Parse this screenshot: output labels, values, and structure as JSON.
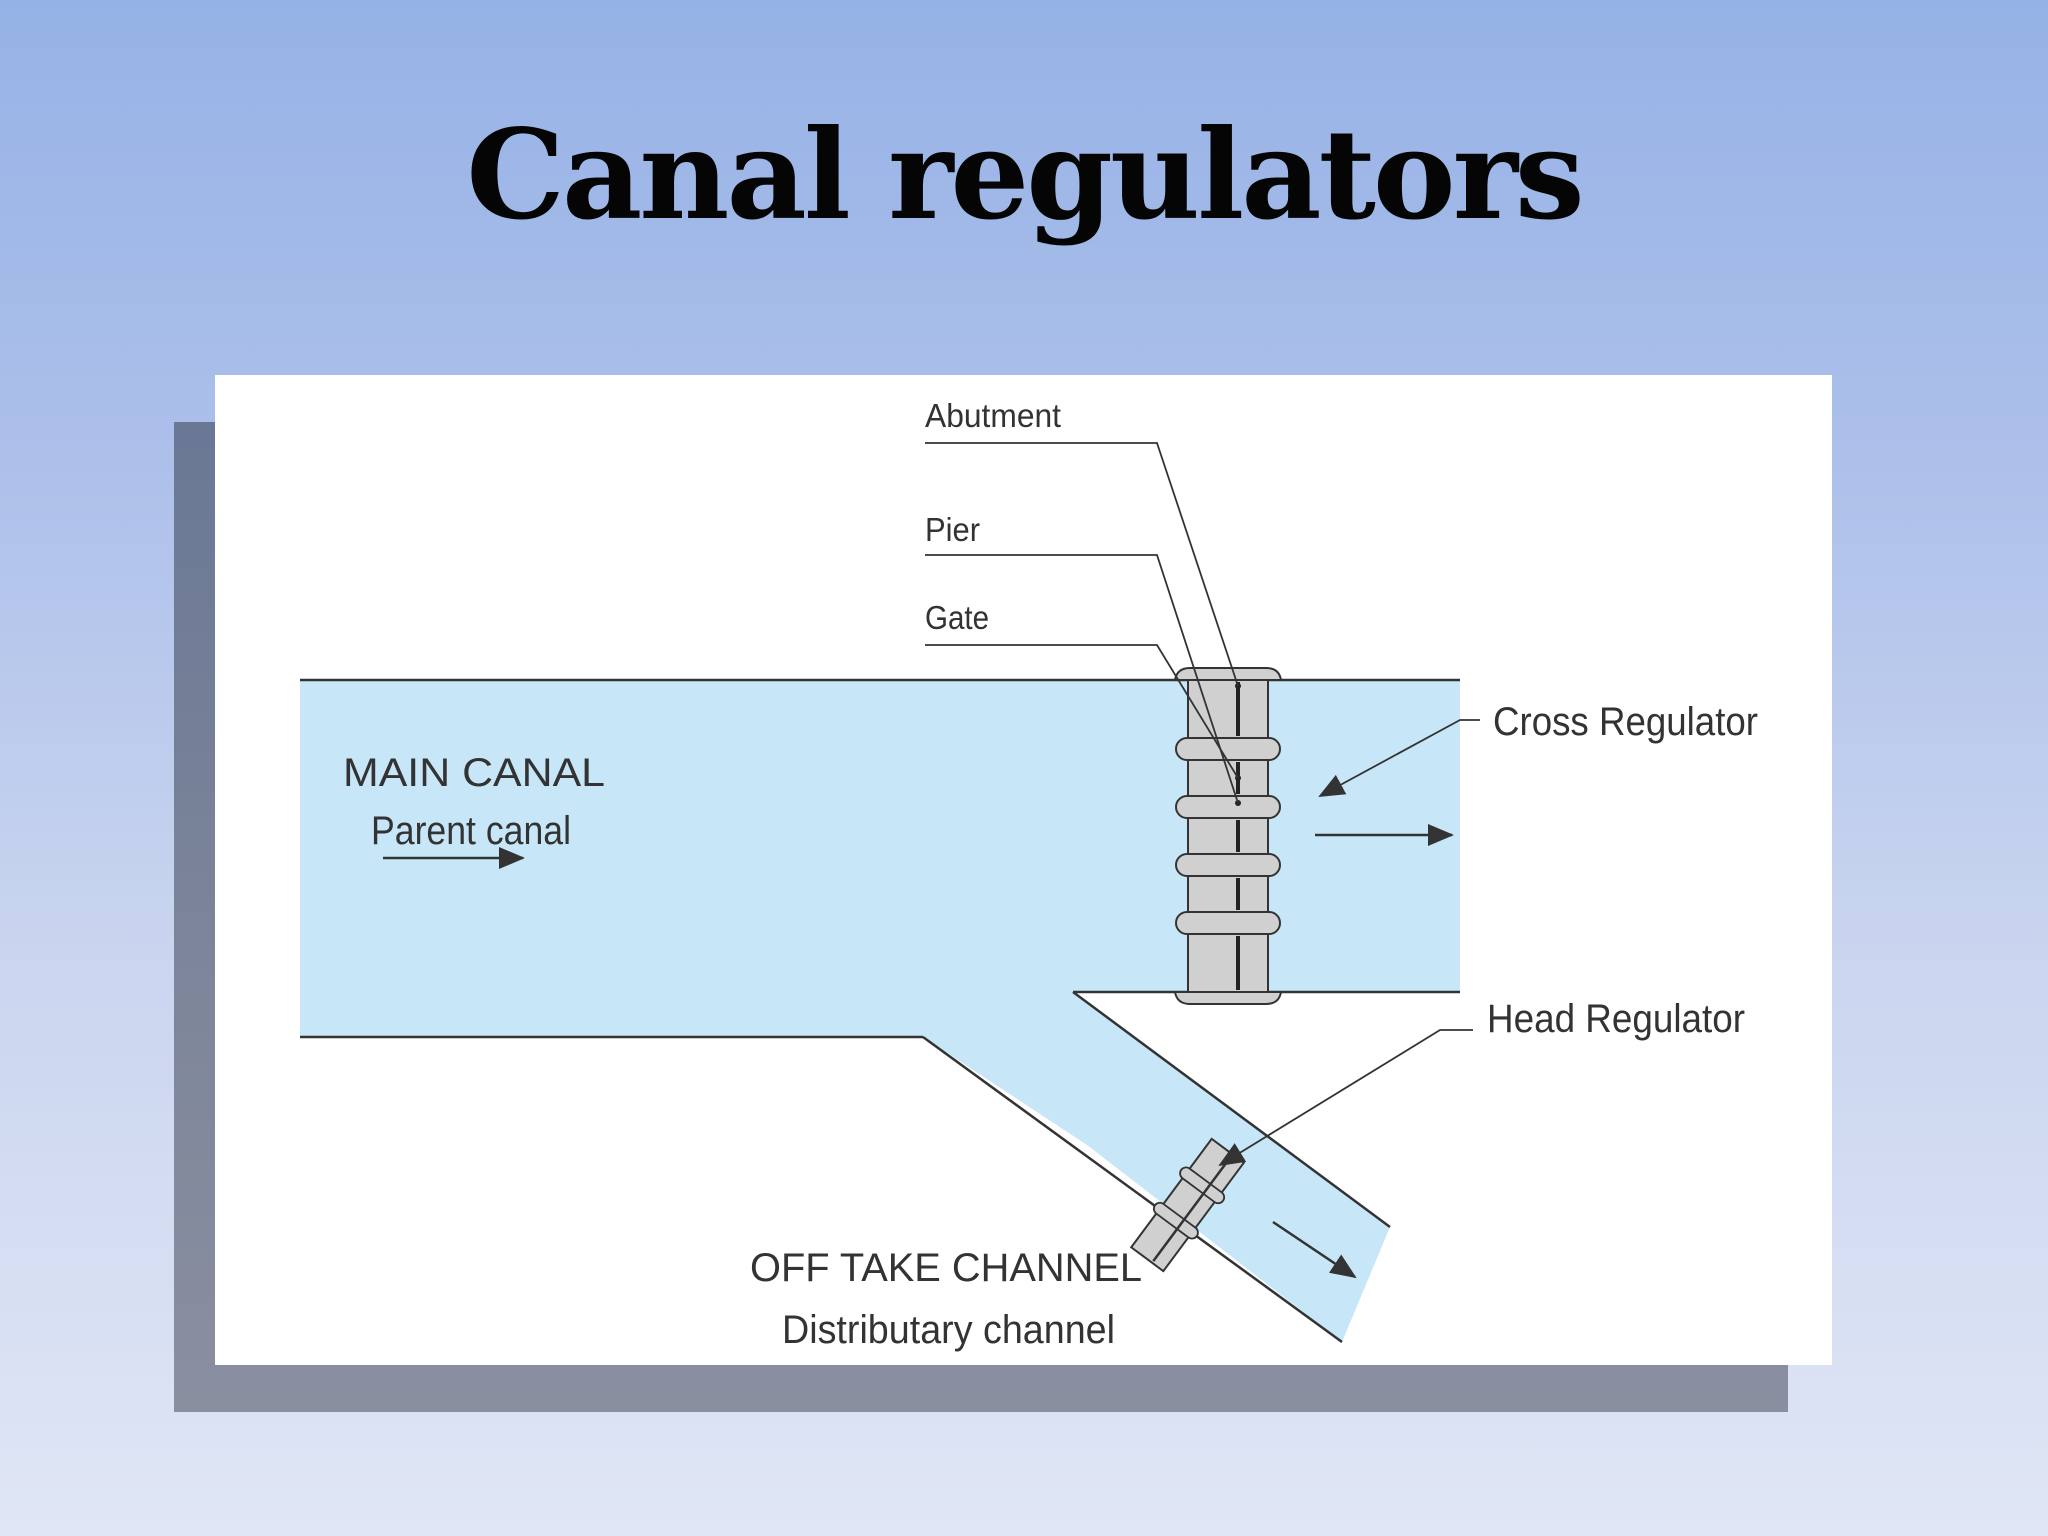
{
  "slide": {
    "title": "Canal regulators"
  },
  "diagram": {
    "labels": {
      "abutment": "Abutment",
      "pier": "Pier",
      "gate": "Gate",
      "cross_regulator": "Cross Regulator",
      "head_regulator": "Head Regulator",
      "main_canal": "MAIN CANAL",
      "parent_canal": "Parent canal",
      "off_take_channel": "OFF TAKE CHANNEL",
      "distributary_channel": "Distributary channel"
    },
    "colors": {
      "water": "#c7e7f8",
      "structure": "#d0d0d0",
      "line": "#333333"
    }
  }
}
